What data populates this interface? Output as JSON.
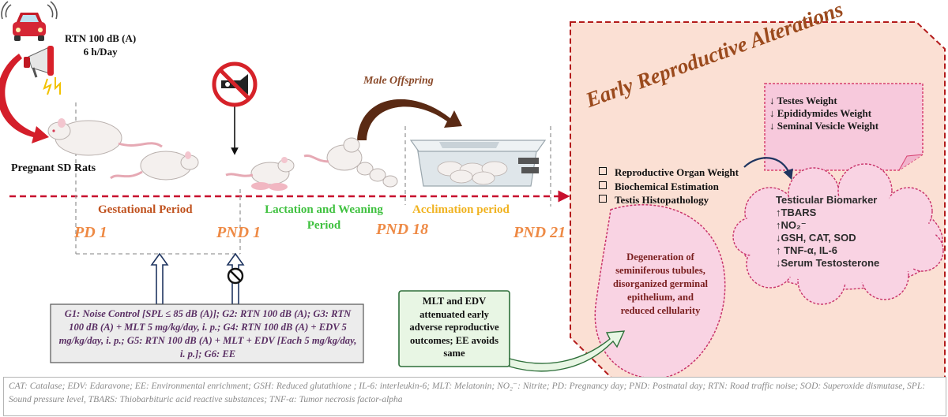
{
  "exposure": {
    "line1": "RTN 100 dB (A)",
    "line2": "6 h/Day"
  },
  "pregnant_label": "Pregnant SD Rats",
  "periods": {
    "gestational": "Gestational Period",
    "lactation_line1": "Lactation and Weaning",
    "lactation_line2": "Period",
    "acclimation": "Acclimation period"
  },
  "days": {
    "pd1": "PD 1",
    "pnd1": "PND 1",
    "pnd18": "PND 18",
    "pnd21": "PND 21"
  },
  "male_offspring": "Male Offspring",
  "groups_text": "G1: Noise Control [SPL ≤ 85 dB (A)]; G2: RTN 100 dB (A); G3: RTN 100 dB (A) + MLT 5 mg/kg/day, i. p.; G4: RTN 100 dB (A) + EDV 5 mg/kg/day, i. p.; G5: RTN 100 dB (A) + MLT + EDV [Each 5 mg/kg/day, i. p.]; G6: EE",
  "outcome_text": "MLT and EDV attenuated early adverse reproductive outcomes; EE avoids same",
  "alterations": {
    "title": "Early Reproductive Alterations",
    "organ_weights": [
      "↓ Testes Weight",
      "↓ Epididymides Weight",
      "↓ Seminal Vesicle Weight"
    ],
    "methods": [
      "Reproductive Organ Weight",
      "Biochemical Estimation",
      "Testis Histopathology"
    ],
    "biomarker_title": "Testicular Biomarker",
    "biomarkers": [
      "↑TBARS",
      "↑NO₂⁻",
      "↓GSH, CAT, SOD",
      "↑ TNF-α, IL-6",
      "↓Serum Testosterone"
    ],
    "histo_text": "Degeneration of seminiferous tubules, disorganized germinal epithelium, and reduced cellularity"
  },
  "footer": "CAT: Catalase; EDV: Edaravone; EE: Environmental enrichment; GSH: Reduced glutathione ; IL-6: interleukin-6; MLT: Melatonin; NO₂⁻: Nitrite; PD: Pregnancy day; PND: Postnatal day; RTN: Road traffic noise; SOD: Superoxide dismutase, SPL: Sound pressure level, TBARS: Thiobarbituric acid reactive substances; TNF-α: Tumor necrosis factor-alpha",
  "colors": {
    "timeline": "#c8102e",
    "gestational": "#c0521e",
    "lactation": "#3fc13f",
    "acclimation": "#f0b21e",
    "day_label": "#ee8a45",
    "title": "#9b4a1d",
    "panel_fill": "#fbe0d4",
    "pink_fill": "#f9d3e3",
    "group_text": "#5a2f64"
  },
  "icons": [
    "car-icon",
    "megaphone-icon",
    "no-horn-sign-icon",
    "prohibited-icon",
    "rat-icon",
    "cage-icon"
  ]
}
